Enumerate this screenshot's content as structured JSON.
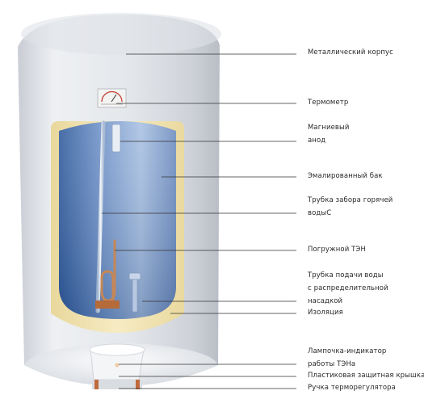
{
  "labels": {
    "body": "Металлический корпус",
    "thermometer": "Термометр",
    "anode_line1": "Магниевый",
    "anode_line2": "анод",
    "tank": "Эмалированный бак",
    "hot_pipe_line1": "Трубка забора горячей",
    "hot_pipe_line2": "водыС",
    "heater": "Погружной ТЭН",
    "inlet_line1": "Трубка подачи воды",
    "inlet_line2": "с распределительной",
    "inlet_line3": "насадкой",
    "insulation": "Изоляция",
    "lamp_line1": "Лампочка-индикатор",
    "lamp_line2": "работы ТЭНа",
    "cover": "Пластиковая защитная крышка",
    "knob": "Ручка терморегулятора"
  },
  "colors": {
    "casing": "#e6e9ee",
    "insulation": "#f1e3b0",
    "tank_water": "#6d8fc4",
    "heater_element": "#b87a4a",
    "leader_line": "#333333"
  },
  "icons": [
    "thermometer-dial-icon"
  ]
}
